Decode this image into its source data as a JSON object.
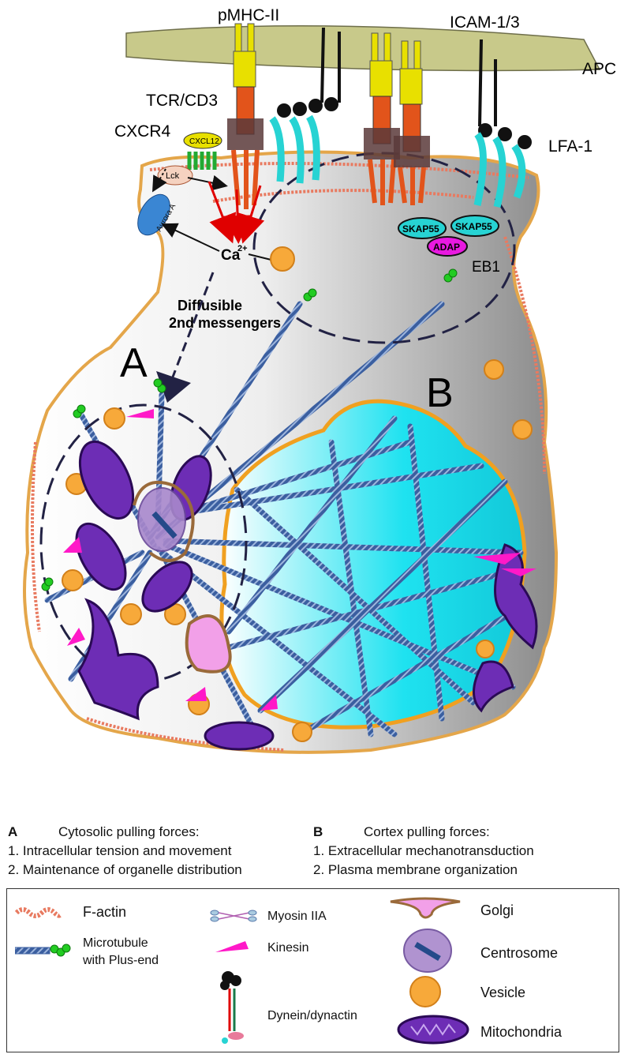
{
  "diagram": {
    "labels": {
      "pmhc": "pMHC-II",
      "icam": "ICAM-1/3",
      "apc": "APC",
      "tcr": "TCR/CD3",
      "cxcr4": "CXCR4",
      "cxcl12": "CXCL12",
      "lck": "Lck",
      "aurora": "Aurora A",
      "lfa1": "LFA-1",
      "skap1": "SKAP55",
      "skap2": "SKAP55",
      "adap": "ADAP",
      "eb1": "EB1",
      "ca": "Ca",
      "ca_sup": "2+",
      "diff1": "Diffusible",
      "diff2": "2nd messengers",
      "region_a": "A",
      "region_b": "B"
    },
    "colors": {
      "apc": "#c8c98a",
      "tcr_yellow": "#e8e000",
      "tcr_orange": "#e2541b",
      "lfa_cyan": "#27d3d3",
      "microtubule": "#3b5fa0",
      "mitochondria": "#6d2db5",
      "kinesin": "#ff19c8",
      "vesicle": "#f7a93a",
      "nucleus": "#1fe2f0",
      "cell_border": "#e4a64a",
      "plus_end": "#22cc22"
    }
  },
  "sections": {
    "a": {
      "letter": "A",
      "title": "Cytosolic pulling forces:",
      "items": [
        "1. Intracellular tension and movement",
        "2. Maintenance of organelle distribution"
      ]
    },
    "b": {
      "letter": "B",
      "title": "Cortex pulling forces:",
      "items": [
        "1. Extracellular mechanotransduction",
        "2. Plasma membrane organization"
      ]
    }
  },
  "legend": {
    "factin": "F-actin",
    "microtubule1": "Microtubule",
    "microtubule2": "with Plus-end",
    "myosin": "Myosin IIA",
    "kinesin": "Kinesin",
    "dynein": "Dynein/dynactin",
    "golgi": "Golgi",
    "centrosome": "Centrosome",
    "vesicle": "Vesicle",
    "mitochondria": "Mitochondria"
  }
}
